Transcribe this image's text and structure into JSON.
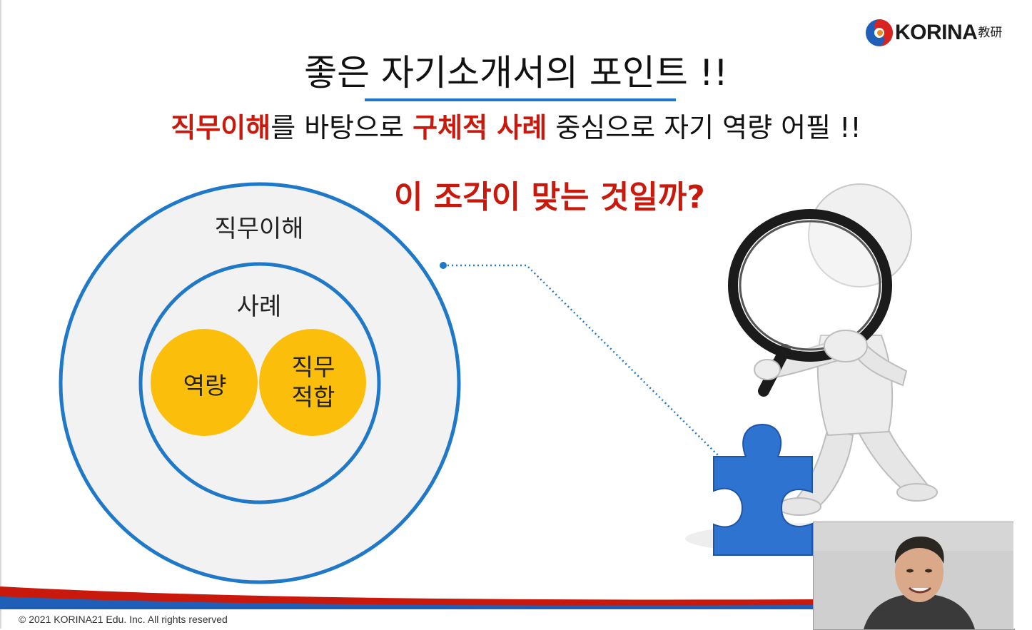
{
  "logo": {
    "text": "KORINA",
    "sub": "教研"
  },
  "title": "좋은 자기소개서의 포인트 !!",
  "subtitle": {
    "part1": "직무이해",
    "part2": "를 바탕으로 ",
    "part3": "구체적 사례",
    "part4": " 중심으로  자기 역량 어필 !!"
  },
  "question": "이 조각이 맞는 것일까?",
  "diagram": {
    "outer_label": "직무이해",
    "inner_label": "사례",
    "left_circle": "역량",
    "right_circle_line1": "직무",
    "right_circle_line2": "적합"
  },
  "illustration": {
    "icon": "figure-with-magnifier-and-puzzle-icon"
  },
  "colors": {
    "accent_blue": "#1f78c8",
    "accent_red": "#c8190c",
    "circle_yellow": "#fbbe0a",
    "puzzle_blue": "#2f73d0"
  },
  "footer": {
    "copyright": "© 2021 KORINA21 Edu. Inc. All rights reserved"
  },
  "webcam": {
    "icon": "presenter-video-icon"
  }
}
